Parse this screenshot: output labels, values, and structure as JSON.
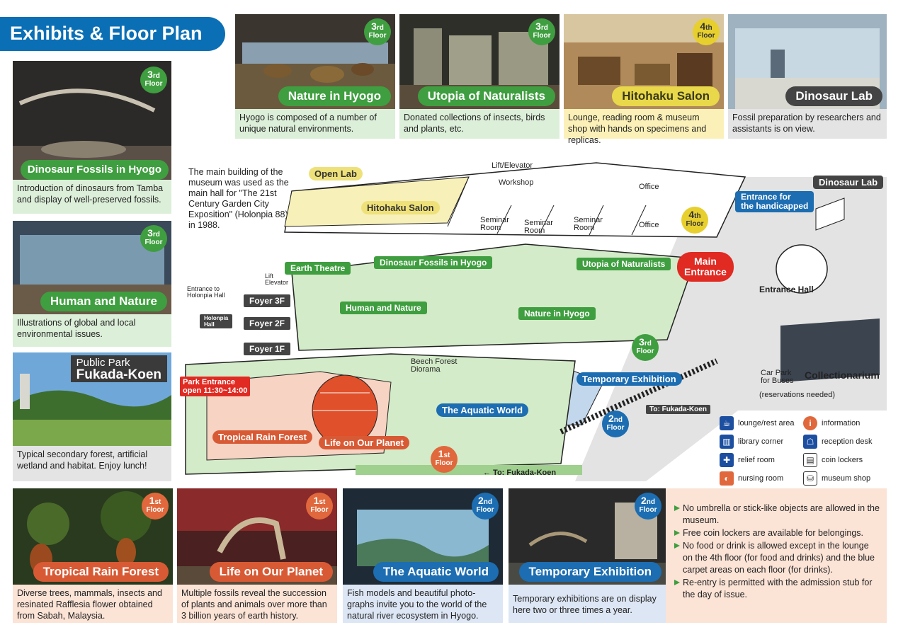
{
  "title": "Exhibits & Floor Plan",
  "colors": {
    "green": "#3f9e3f",
    "blue": "#1c6db1",
    "orange": "#d85a35",
    "yellow": "#e9d84a",
    "red": "#e02a22",
    "title_blue": "#0a6fb5"
  },
  "top_cards": [
    {
      "name": "Nature in Hyogo",
      "floor_num": "3",
      "floor_suffix": "rd",
      "floor_word": "Floor",
      "caption": "Hyogo is composed of a number of unique natural environments."
    },
    {
      "name": "Utopia of Naturalists",
      "floor_num": "3",
      "floor_suffix": "rd",
      "floor_word": "Floor",
      "caption": "Donated collections of insects, birds and plants, etc."
    },
    {
      "name": "Hitohaku Salon",
      "floor_num": "4",
      "floor_suffix": "th",
      "floor_word": "Floor",
      "caption": "Lounge, reading room & museum shop with hands on specimens and replicas."
    },
    {
      "name": "Dinosaur Lab",
      "caption": "Fossil preparation by researchers and assistants is on view."
    }
  ],
  "left_cards": [
    {
      "name": "Dinosaur Fossils in Hyogo",
      "floor_num": "3",
      "floor_suffix": "rd",
      "floor_word": "Floor",
      "caption": "Introduction of dinosaurs from Tamba and display of well-preserved fossils."
    },
    {
      "name": "Human and Nature",
      "floor_num": "3",
      "floor_suffix": "rd",
      "floor_word": "Floor",
      "caption": "Illustrations of global and local environmental issues."
    },
    {
      "name_line1": "Public Park",
      "name_line2": "Fukada-Koen",
      "caption": "Typical secondary forest, artificial wetland and habitat.  Enjoy lunch!"
    }
  ],
  "bottom_cards": [
    {
      "name": "Tropical Rain Forest",
      "floor_num": "1",
      "floor_suffix": "st",
      "floor_word": "Floor",
      "caption": "Diverse trees, mammals, insects and resinated Rafflesia flower obtained from Sabah, Malaysia."
    },
    {
      "name": "Life on Our Planet",
      "floor_num": "1",
      "floor_suffix": "st",
      "floor_word": "Floor",
      "caption": "Multiple fossils reveal the succession of plants and animals over more than 3 billion years of earth history."
    },
    {
      "name": "The Aquatic World",
      "floor_num": "2",
      "floor_suffix": "nd",
      "floor_word": "Floor",
      "caption": "Fish models and beautiful photo-graphs invite you to the world of the natural river ecosystem in Hyogo."
    },
    {
      "name": "Temporary Exhibition",
      "floor_num": "2",
      "floor_suffix": "nd",
      "floor_word": "Floor",
      "caption": "Temporary exhibitions are on display here two or three times a year."
    }
  ],
  "intro": "The main building of the museum was used as the main hall for \"The 21st Century Garden City Exposition\" (Holonpia 88) in 1988.",
  "map": {
    "open_lab": "Open Lab",
    "hitohaku_salon": "Hitohaku Salon",
    "lift_elevator_top": "Lift/Elevator",
    "workshop": "Workshop",
    "office_1": "Office",
    "office_2": "Office",
    "seminar_1": "Seminar Room",
    "seminar_2": "Seminar Room",
    "seminar_3": "Seminar Room",
    "entrance_handicapped_1": "Entrance for",
    "entrance_handicapped_2": "the handicapped",
    "dinosaur_lab": "Dinosaur Lab",
    "floor4_num": "4",
    "floor4_suffix": "th",
    "floor3_num": "3",
    "floor3_suffix": "rd",
    "floor2_num": "2",
    "floor2_suffix": "nd",
    "floor1_num": "1",
    "floor1_suffix": "st",
    "floor_word": "Floor",
    "earth_theatre": "Earth Theatre",
    "dinosaur_fossils": "Dinosaur Fossils in Hyogo",
    "utopia": "Utopia of Naturalists",
    "human_nature": "Human and Nature",
    "nature_hyogo": "Nature in Hyogo",
    "main_entrance_1": "Main",
    "main_entrance_2": "Entrance",
    "entrance_hall": "Entrance Hall",
    "lift": "Lift",
    "elevator": "Elevator",
    "entrance_holonpia_1": "Entrance to",
    "entrance_holonpia_2": "Holonpia Hall",
    "holonpia_hall_1": "Holonpia",
    "holonpia_hall_2": "Hall",
    "foyer3": "Foyer 3F",
    "foyer2": "Foyer 2F",
    "foyer1": "Foyer 1F",
    "beech_forest_1": "Beech Forest",
    "beech_forest_2": "Diorama",
    "temporary_exhibition": "Temporary Exhibition",
    "aquatic_world": "The Aquatic World",
    "park_entrance_1": "Park Entrance",
    "park_entrance_2": "open 11:30~14:00",
    "tropical_rain_forest": "Tropical Rain Forest",
    "life_on_planet": "Life on Our Planet",
    "to_fukada_1": "To: Fukada-Koen",
    "to_fukada_2": "← To: Fukada-Koen",
    "car_park_1": "Car Park",
    "car_park_2": "for Buses",
    "reservations": "(reservations needed)",
    "collectionarium": "Collectionarium"
  },
  "legend": [
    {
      "icon": "lounge-icon",
      "label": "lounge/rest area",
      "color": "#1c4fa0"
    },
    {
      "icon": "information-icon",
      "label": "information",
      "color": "#e0683c"
    },
    {
      "icon": "library-icon",
      "label": "library corner",
      "color": "#1c4fa0"
    },
    {
      "icon": "reception-icon",
      "label": "reception desk",
      "color": "#1c4fa0"
    },
    {
      "icon": "relief-room-icon",
      "label": "relief room",
      "color": "#1c4fa0"
    },
    {
      "icon": "coin-locker-icon",
      "label": "coin lockers",
      "color": "#333333"
    },
    {
      "icon": "nursing-room-icon",
      "label": "nursing room",
      "color": "#e0683c"
    },
    {
      "icon": "museum-shop-icon",
      "label": "museum shop",
      "color": "#333333"
    }
  ],
  "rules": [
    "No umbrella or stick-like objects are allowed in the museum.",
    "Free coin lockers are available for belongings.",
    "No food or drink is allowed except in the lounge on the 4th floor (for food and drinks) and the blue carpet areas on each floor (for drinks).",
    "Re-entry is permitted with the admission stub for the day of issue."
  ]
}
